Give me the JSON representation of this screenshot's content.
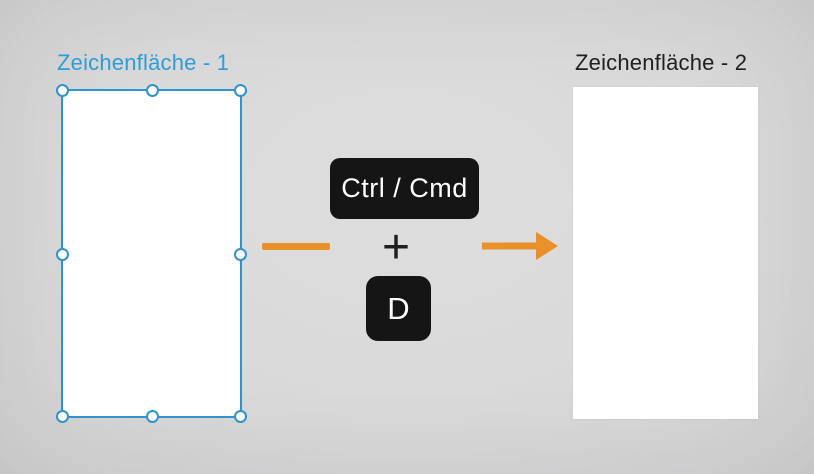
{
  "artboards": {
    "source": {
      "label": "Zeichenfläche - 1"
    },
    "duplicate": {
      "label": "Zeichenfläche - 2"
    }
  },
  "shortcut": {
    "modifier_label": "Ctrl / Cmd",
    "separator": "+",
    "key_label": "D"
  },
  "icons": {
    "flow_dash": "horizontal-line",
    "flow_arrow": "arrow-right"
  },
  "colors": {
    "selection_blue": "#2E9CD9",
    "selection_border_blue": "#2F93D1",
    "arrow_orange": "#E8912B",
    "keycap_background": "#151515",
    "keycap_text": "#FFFFFF",
    "label_dark": "#202020",
    "canvas_background": "#D9D9DA",
    "artboard_white": "#FFFFFF"
  }
}
